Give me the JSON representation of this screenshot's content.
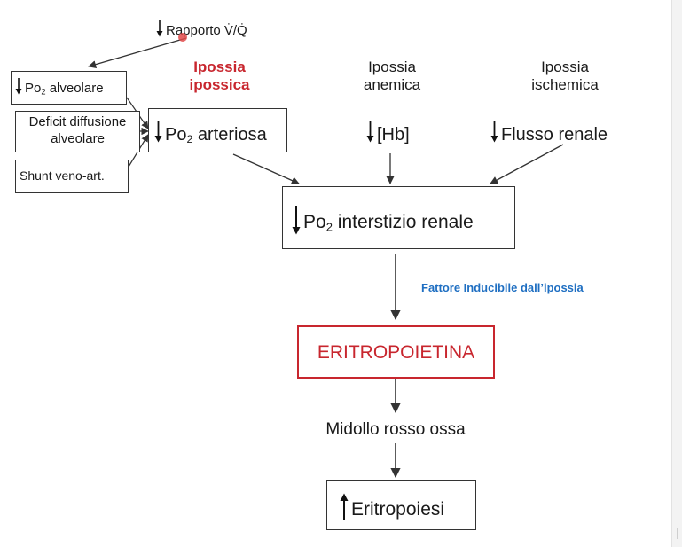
{
  "top_note": {
    "text": "Rapporto V̇/Q̇"
  },
  "categories": {
    "hypoxic": {
      "line1": "Ipossia",
      "line2": "ipossica"
    },
    "anemic": {
      "line1": "Ipossia",
      "line2": "anemica"
    },
    "ischemic": {
      "line1": "Ipossia",
      "line2": "ischemica"
    }
  },
  "left_causes": {
    "alveolar_po2": {
      "prefix": "Po",
      "sub": "2",
      "suffix": " alveolare"
    },
    "diffusion_deficit": {
      "line1": "Deficit diffusione",
      "line2": "alveolare"
    },
    "shunt": {
      "text": "Shunt veno-art."
    }
  },
  "nodes": {
    "arterial_po2": {
      "prefix": "Po",
      "sub": "2",
      "suffix": " arteriosa"
    },
    "hb": {
      "text": "[Hb]"
    },
    "renal_flow": {
      "text": "Flusso renale"
    },
    "renal_interstitium": {
      "prefix": "Po",
      "sub": "2",
      "suffix": " interstizio renale"
    },
    "factor_label": {
      "text": "Fattore Inducibile dall’ipossia"
    },
    "epo": {
      "text": "ERITROPOIETINA"
    },
    "marrow": {
      "text": "Midollo rosso ossa"
    },
    "erythropoiesis": {
      "text": "Eritropoiesi"
    }
  },
  "colors": {
    "accent_red": "#c8262e",
    "label_blue": "#1f6fc2",
    "lines": "#333333"
  }
}
